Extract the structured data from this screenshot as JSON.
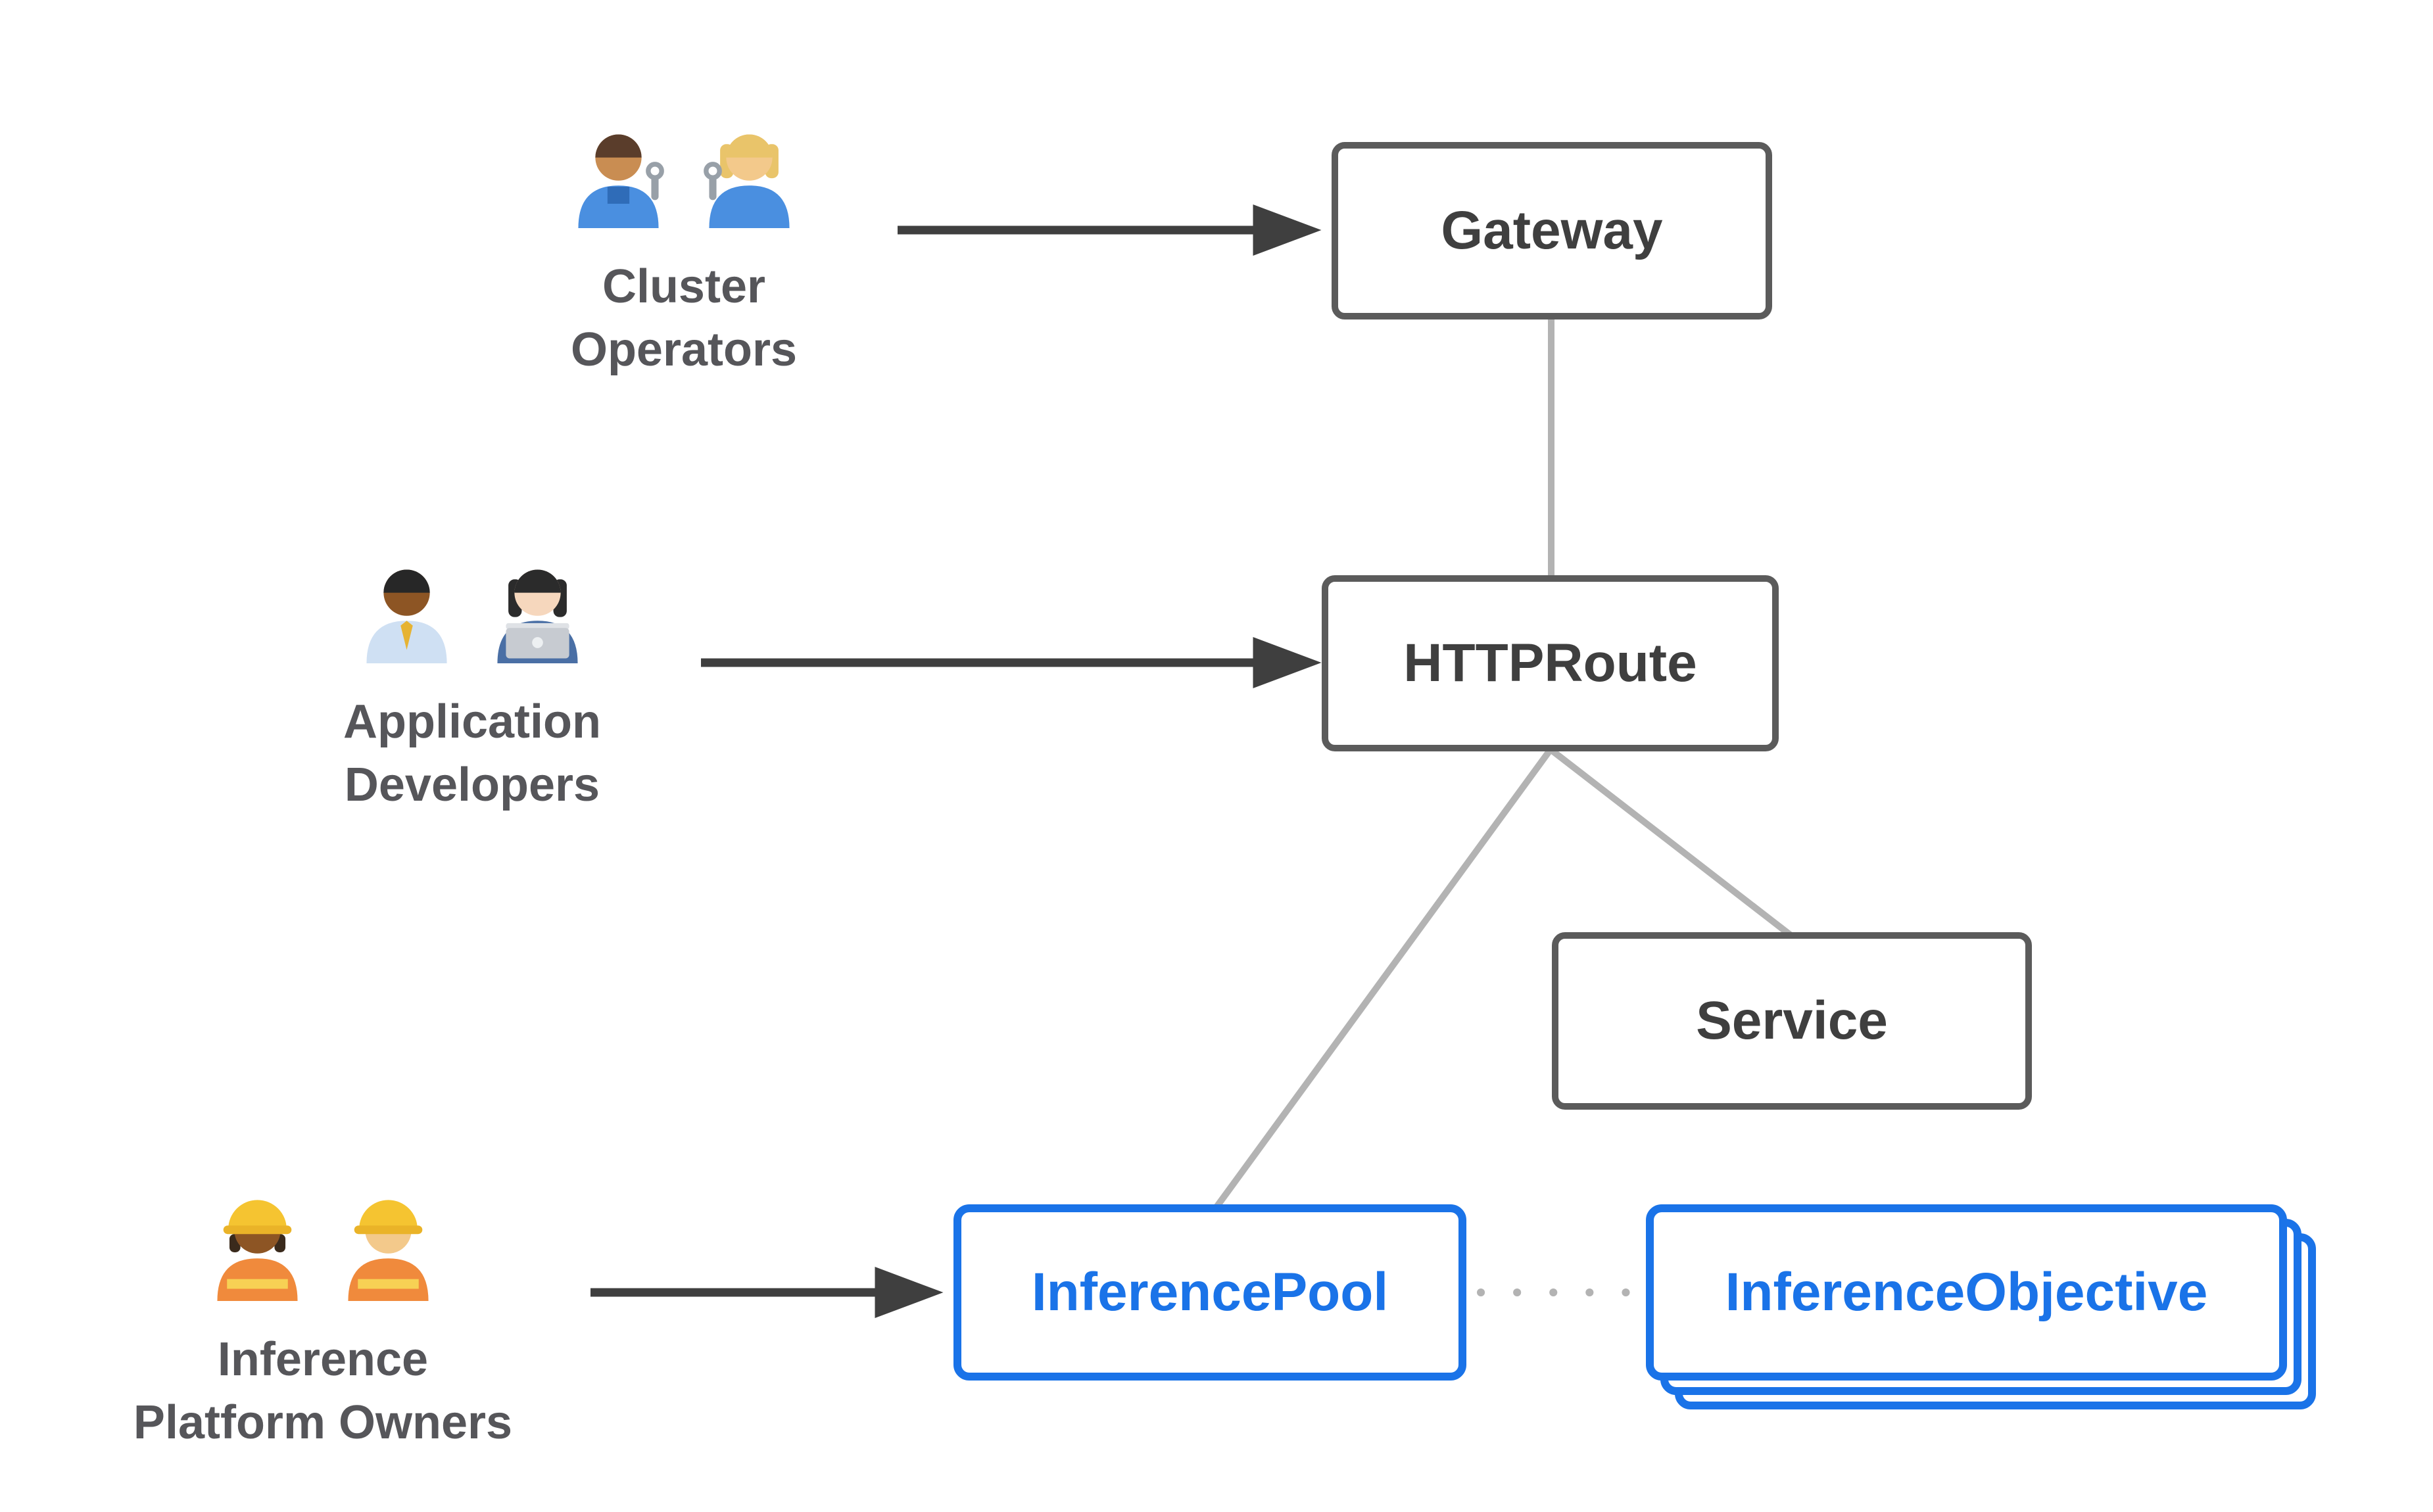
{
  "diagram": {
    "nodes": {
      "gateway": {
        "label": "Gateway"
      },
      "httproute": {
        "label": "HTTPRoute"
      },
      "service": {
        "label": "Service"
      },
      "inference_pool": {
        "label": "InferencePool"
      },
      "inference_objective": {
        "label": "InferenceObjective"
      }
    },
    "actors": {
      "cluster_operators": {
        "line1": "Cluster",
        "line2": "Operators",
        "icons": [
          "man-mechanic",
          "woman-mechanic"
        ]
      },
      "application_developers": {
        "line1": "Application",
        "line2": "Developers",
        "icons": [
          "man-office-worker",
          "woman-technologist"
        ]
      },
      "inference_platform_owners": {
        "line1": "Inference",
        "line2": "Platform Owners",
        "icons": [
          "woman-construction-worker",
          "man-construction-worker"
        ]
      }
    },
    "edges": [
      {
        "from": "cluster-operators",
        "to": "gateway",
        "style": "arrow"
      },
      {
        "from": "application-developers",
        "to": "httproute",
        "style": "arrow"
      },
      {
        "from": "inference-platform-owners",
        "to": "inference-pool",
        "style": "arrow"
      },
      {
        "from": "gateway",
        "to": "httproute",
        "style": "line"
      },
      {
        "from": "httproute",
        "to": "inference-pool",
        "style": "line"
      },
      {
        "from": "httproute",
        "to": "service",
        "style": "line"
      },
      {
        "from": "inference-pool",
        "to": "inference-objective",
        "style": "dotted"
      }
    ],
    "colors": {
      "accent_blue": "#1a73e8",
      "node_border": "#5b5b5b",
      "node_text": "#3f3f3f",
      "connector": "#b3b3b3",
      "arrow": "#3f3f3f",
      "actor_label": "#56565a"
    }
  }
}
